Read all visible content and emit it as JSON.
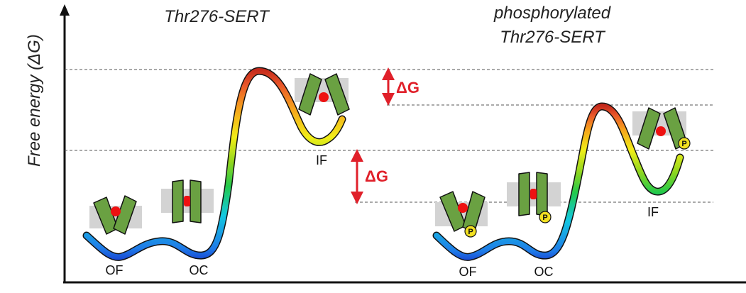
{
  "y_axis_label": "Free energy (ΔG)",
  "left_panel": {
    "title": "Thr276-SERT",
    "states": [
      "OF",
      "OC",
      "IF"
    ]
  },
  "right_panel": {
    "title_line1": "phosphorylated",
    "title_line2": "Thr276-SERT",
    "states": [
      "OF",
      "OC",
      "IF"
    ]
  },
  "delta_g_label": "ΔG",
  "phospho_label": "P",
  "colors": {
    "transporter": "#6aa142",
    "membrane": "#d3d3d3",
    "substrate": "#ee1111",
    "phosphate": "#f2e021",
    "delta_arrow": "#e0202a",
    "curve_gradient": [
      "#1736cc",
      "#1f7be8",
      "#13c8e0",
      "#22c94c",
      "#8fd61f",
      "#f1ee18",
      "#f6a21c",
      "#e9572a",
      "#c4291b"
    ]
  }
}
